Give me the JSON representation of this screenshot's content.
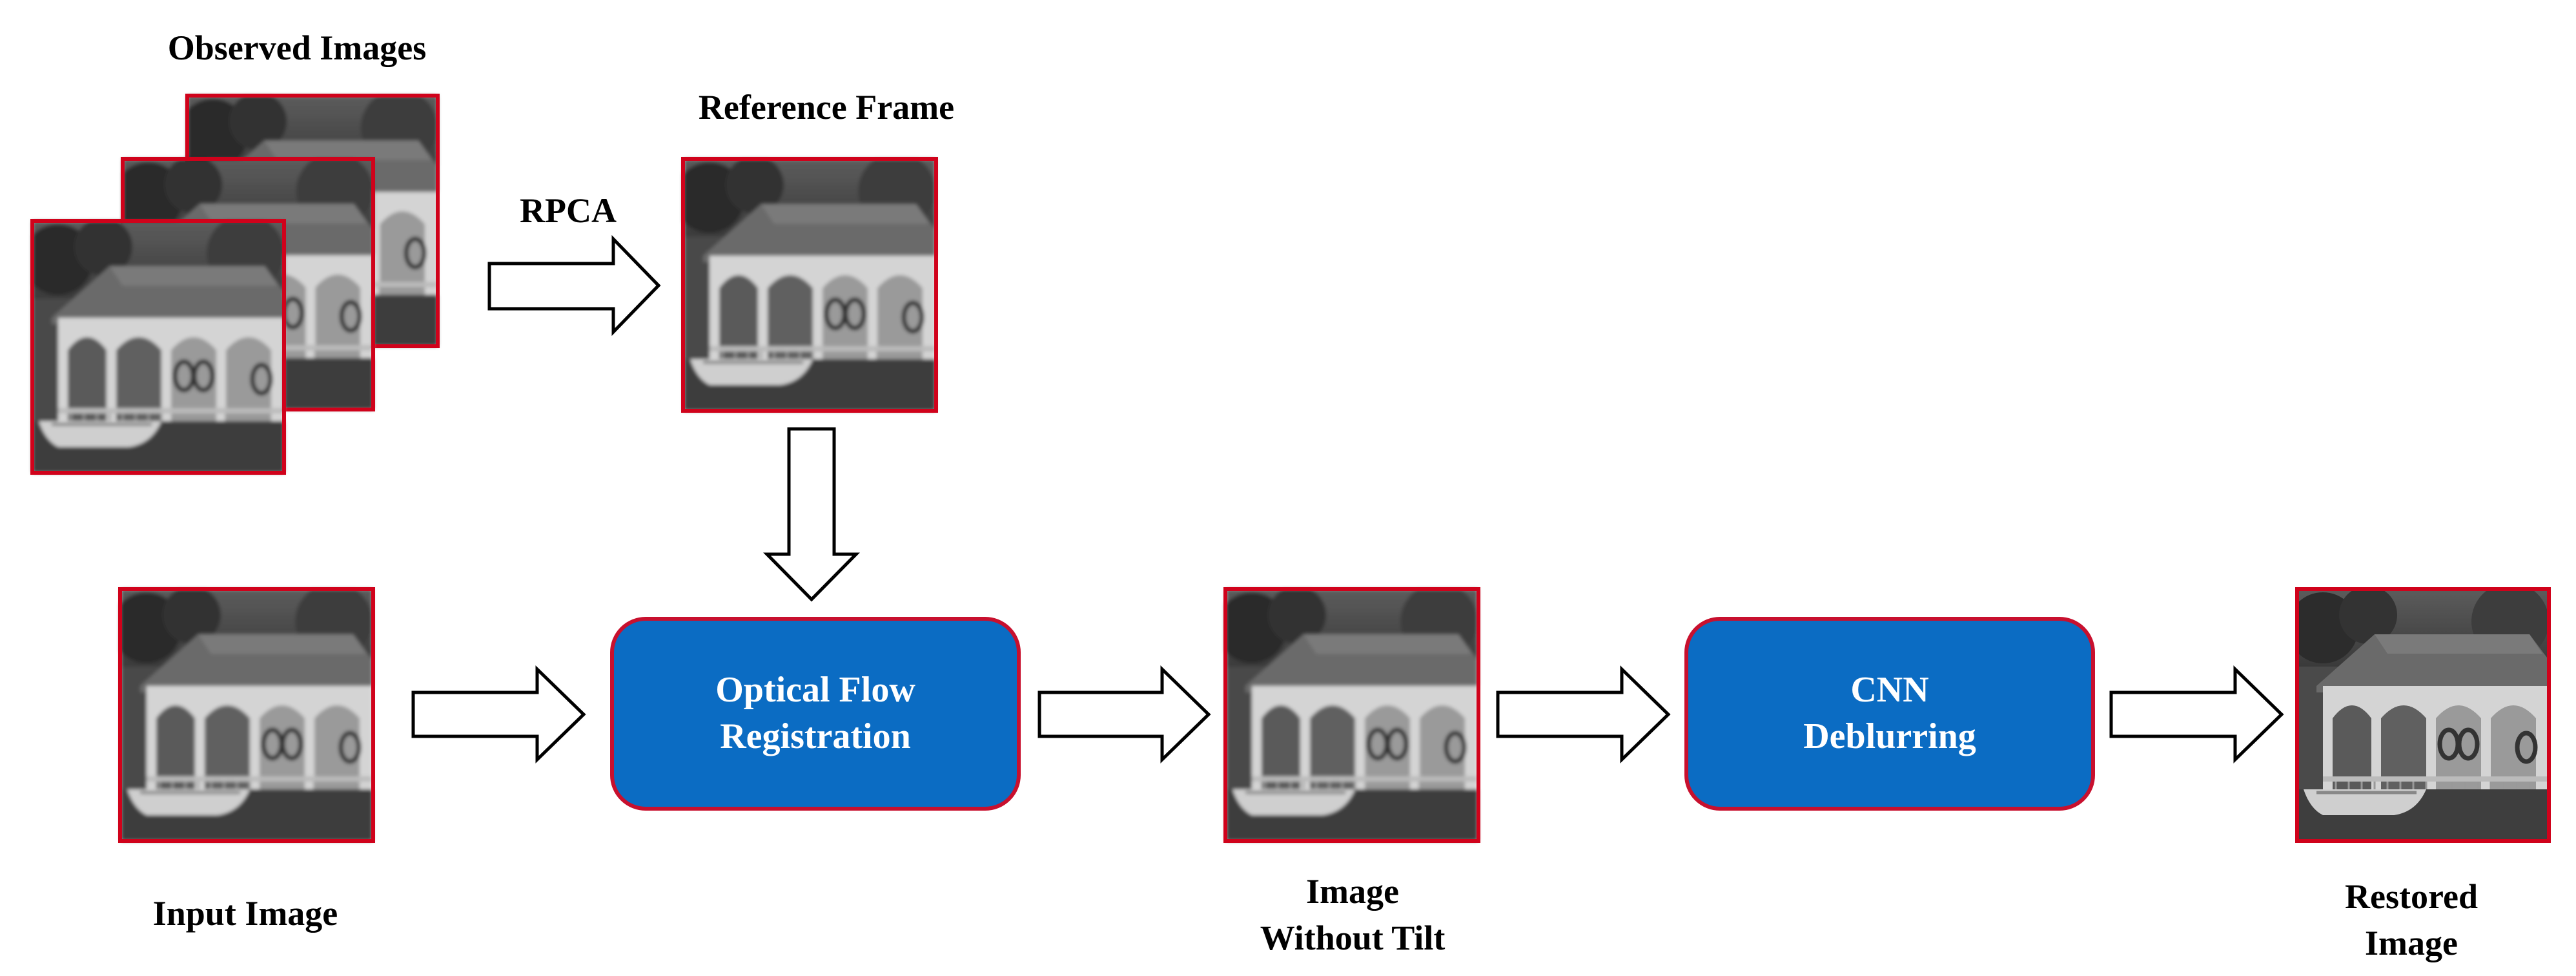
{
  "labels": {
    "observed_images": "Observed Images",
    "reference_frame": "Reference Frame",
    "rpca": "RPCA",
    "input_image": "Input Image",
    "image_without_tilt": [
      "Image",
      "Without Tilt"
    ],
    "restored_image": [
      "Restored",
      "Image"
    ]
  },
  "process_boxes": {
    "optical_flow": [
      "Optical Flow",
      "Registration"
    ],
    "cnn_deblurring": [
      "CNN",
      "Deblurring"
    ]
  },
  "colors": {
    "box_fill": "#0b6cc3",
    "box_border": "#c8102e",
    "image_border": "#d0021b",
    "arrow_stroke": "#000000",
    "arrow_fill": "#ffffff"
  },
  "icons": {
    "image_thumbnail": "boathouse-photo-icon",
    "arrow": "hollow-arrow-icon"
  }
}
